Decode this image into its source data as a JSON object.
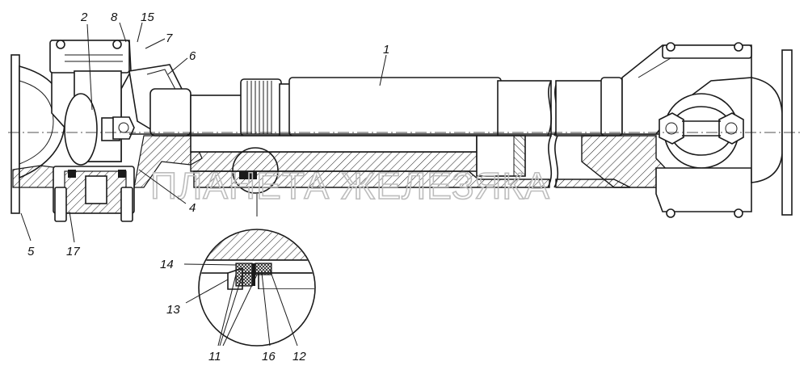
{
  "watermark": "ПЛАНЕТА ЖЕЛЕЗЯКА",
  "callouts": {
    "c1": "1",
    "c2": "2",
    "c4": "4",
    "c5": "5",
    "c6": "6",
    "c7": "7",
    "c8": "8",
    "c11": "11",
    "c12": "12",
    "c13": "13",
    "c14": "14",
    "c15": "15",
    "c16": "16",
    "c17": "17"
  }
}
